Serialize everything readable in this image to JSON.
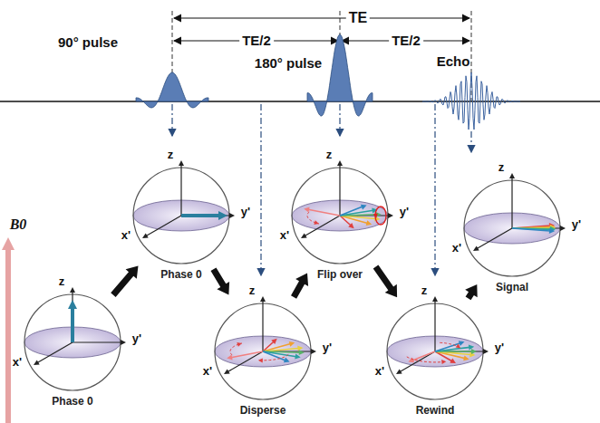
{
  "diagram": {
    "nodes": [
      {
        "text": [
          "Phase 0"
        ]
      },
      {
        "text": [
          "Phase 0"
        ]
      },
      {
        "text": [
          "Disperse"
        ]
      },
      {
        "text": [
          "Flip over"
        ]
      },
      {
        "text": [
          "Rewind"
        ]
      },
      {
        "text": [
          "Signal"
        ]
      }
    ],
    "edges": [
      {
        "from": 0,
        "to": 1,
        "arrow": "to"
      },
      {
        "from": 1,
        "to": 2,
        "arrow": "to"
      },
      {
        "from": 2,
        "to": 3,
        "arrow": "to"
      },
      {
        "from": 3,
        "to": 4,
        "arrow": "to"
      },
      {
        "from": 4,
        "to": 5,
        "arrow": "to"
      }
    ],
    "labels": [
      "TE",
      "TE/2",
      "TE/2",
      "90° pulse",
      "180° pulse",
      "Echo",
      "z",
      "y'",
      "x'",
      "z",
      "y'",
      "x'",
      "z",
      "y'",
      "x'",
      "z",
      "y'",
      "x'",
      "z",
      "y'",
      "x'",
      "z",
      "y'",
      "x'",
      "B0"
    ]
  }
}
